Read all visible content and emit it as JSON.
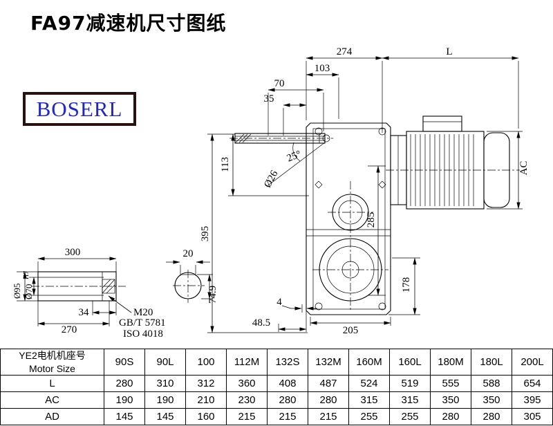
{
  "page": {
    "title": "FA97减速机尺寸图纸",
    "logo": "BOSERL"
  },
  "drawing": {
    "dims": {
      "d274": "274",
      "dL": "L",
      "d103": "103",
      "d70": "70",
      "d35": "35",
      "d25": "25°",
      "d26": "Ø26",
      "d395": "395",
      "d113": "113",
      "d285": "285",
      "dAC": "AC",
      "d178": "178",
      "d4": "4",
      "d48_5": "48.5",
      "d205": "205",
      "d300": "300",
      "d20": "20",
      "d95": "Ø95",
      "d70h7_base": "Ø70",
      "d70h7_sup": "H7",
      "d34": "34",
      "d270": "270",
      "m20": "M20",
      "gbt": "GB/T 5781",
      "iso": "ISO 4018",
      "d74_9": "74.9"
    }
  },
  "table": {
    "size_header_cn": "YE2电机机座号",
    "size_header_en": "Motor Size",
    "columns": [
      "90S",
      "90L",
      "100",
      "112M",
      "132S",
      "132M",
      "160M",
      "160L",
      "180M",
      "180L",
      "200L"
    ],
    "rows": [
      {
        "label": "L",
        "values": [
          "280",
          "310",
          "312",
          "360",
          "408",
          "487",
          "524",
          "519",
          "555",
          "588",
          "654"
        ]
      },
      {
        "label": "AC",
        "values": [
          "190",
          "190",
          "210",
          "230",
          "280",
          "280",
          "315",
          "315",
          "350",
          "350",
          "395"
        ]
      },
      {
        "label": "AD",
        "values": [
          "145",
          "145",
          "160",
          "215",
          "215",
          "215",
          "255",
          "255",
          "280",
          "280",
          "305"
        ]
      }
    ]
  }
}
